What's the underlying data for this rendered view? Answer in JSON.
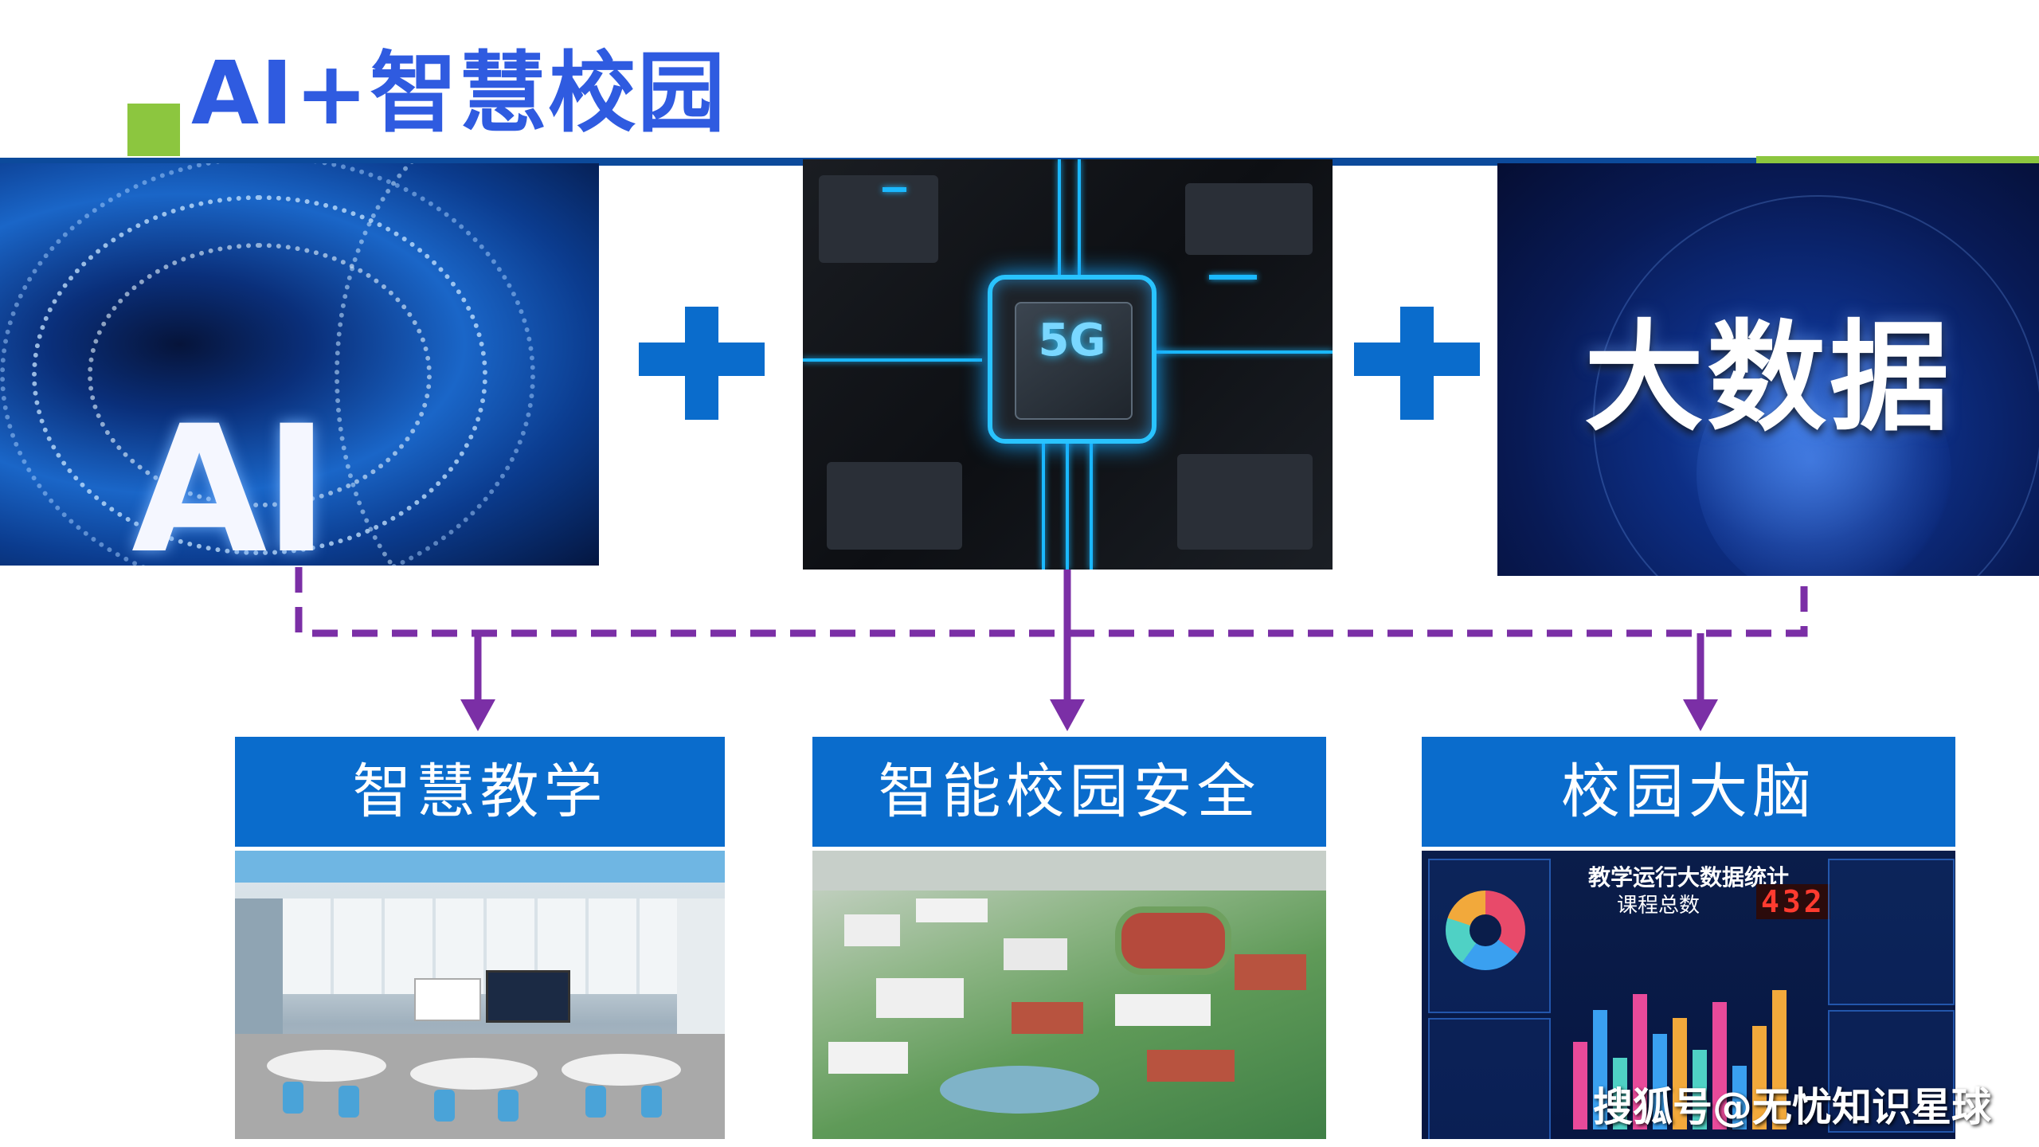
{
  "header": {
    "title": "AI+智慧校园"
  },
  "top_tiles": {
    "ai_label": "AI",
    "chip_label": "5G",
    "bigdata_label": "大数据"
  },
  "categories": [
    {
      "label": "智慧教学"
    },
    {
      "label": "智能校园安全"
    },
    {
      "label": "校园大脑"
    }
  ],
  "dashboard": {
    "title": "教学运行大数据统计",
    "total_label": "课程总数",
    "total_value": "432"
  },
  "watermark": "搜狐号@无忧知识星球",
  "colors": {
    "title_blue": "#2f5be0",
    "bar_blue": "#0a6ccc",
    "accent_green": "#8cc63f",
    "connector_purple": "#7b2fa6"
  },
  "icons": [
    "plus-icon",
    "arrow-down-icon"
  ]
}
